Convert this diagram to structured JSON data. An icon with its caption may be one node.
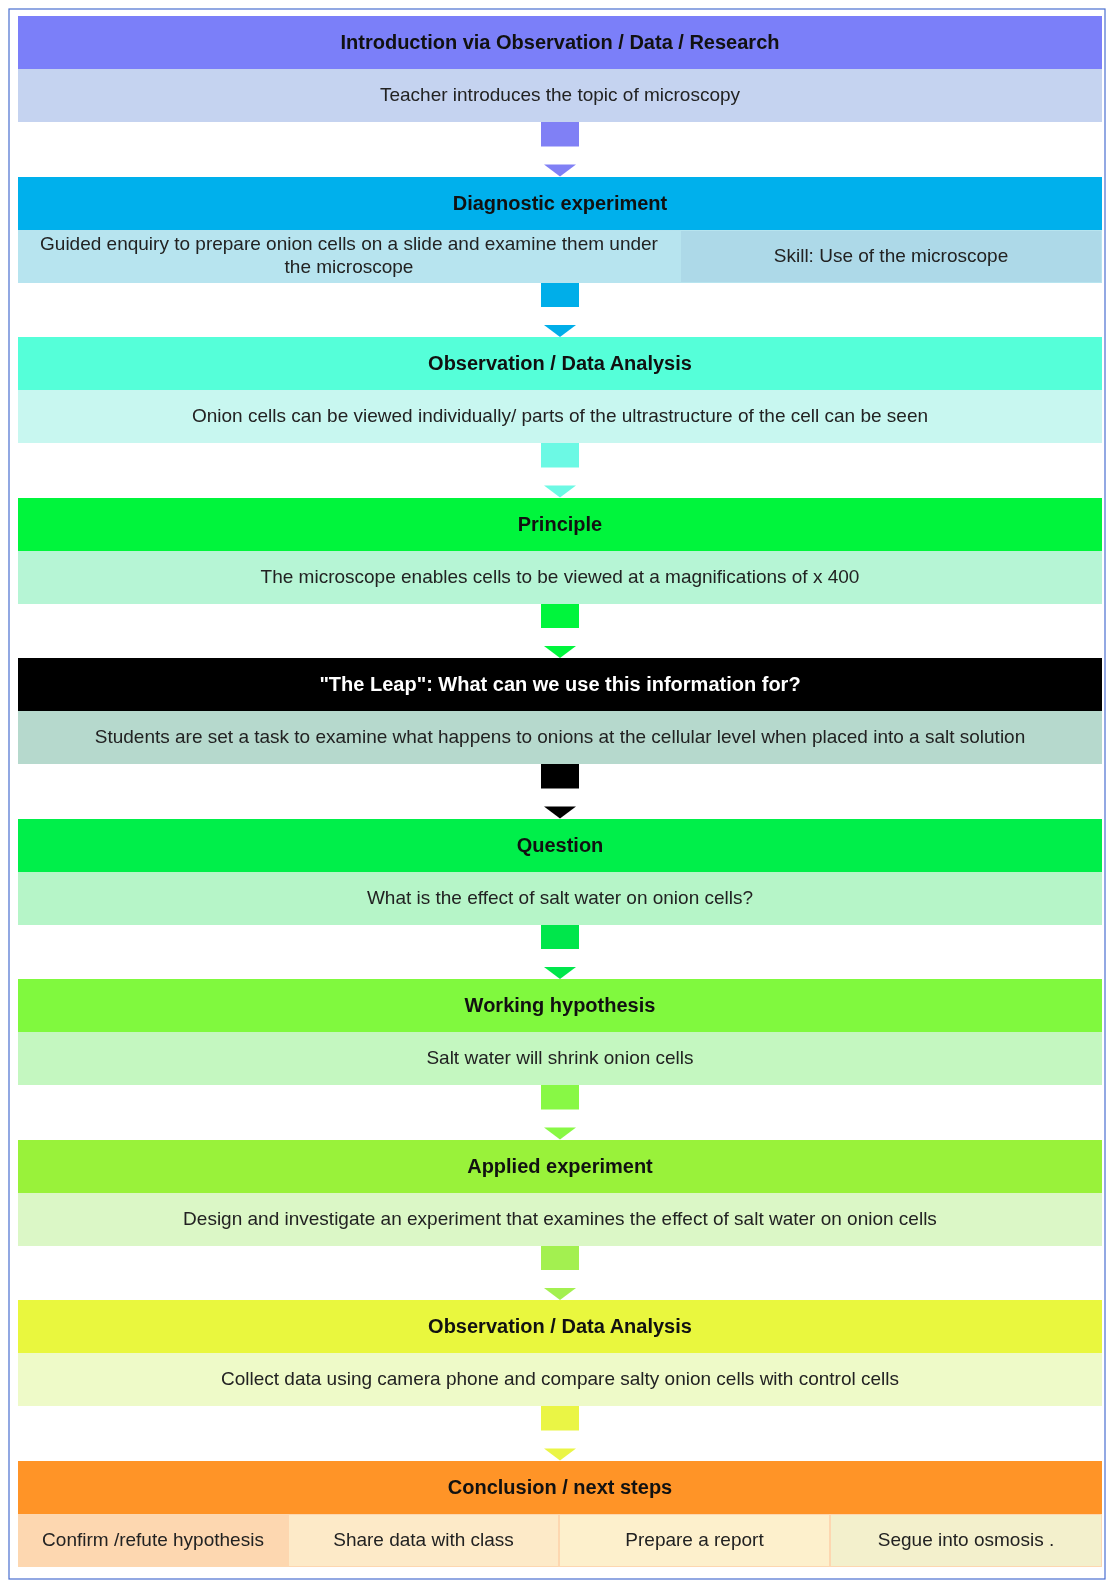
{
  "diagram": {
    "nodes": [
      {
        "text": [
          "Introduction via Observation / Data / Research",
          "Teacher introduces the topic of microscopy"
        ]
      },
      {
        "text": [
          "Diagnostic experiment"
        ]
      },
      {
        "text": [
          "Guided enquiry to prepare onion cells on a slide and examine them under the microscope"
        ],
        "in": 1
      },
      {
        "text": [
          "Skill: Use of the microscope"
        ],
        "in": 1
      },
      {
        "text": [
          "Observation / Data Analysis",
          "Onion cells can be viewed individually/ parts of the ultrastructure of the cell can be seen"
        ]
      },
      {
        "text": [
          "Principle",
          "The microscope enables cells to be viewed at a magnifications of x 400"
        ]
      },
      {
        "text": [
          "\"The Leap\": What can we use this information for?",
          "Students are set a task to examine what happens to onions at the cellular level when placed into a salt solution"
        ]
      },
      {
        "text": [
          "Question",
          "What is the effect of salt water on onion cells?"
        ]
      },
      {
        "text": [
          "Working hypothesis",
          "Salt water will shrink onion cells"
        ]
      },
      {
        "text": [
          "Applied experiment",
          "Design and investigate an experiment that examines the effect of salt water on onion cells"
        ]
      },
      {
        "text": [
          "Observation / Data Analysis",
          "Collect data using camera phone and compare salty onion cells with control cells"
        ]
      },
      {
        "text": [
          "Conclusion / next steps"
        ]
      },
      {
        "text": [
          "Confirm /refute hypothesis"
        ],
        "in": 11
      },
      {
        "text": [
          "Share data with class"
        ],
        "in": 11
      },
      {
        "text": [
          "Prepare a report"
        ],
        "in": 11
      },
      {
        "text": [
          "Segue into  osmosis ."
        ],
        "in": 11
      }
    ],
    "edges": [
      {
        "from": 0,
        "to": 1,
        "arrow": "to",
        "color": "#8080f5"
      },
      {
        "from": 1,
        "to": 4,
        "arrow": "to",
        "color": "#00aee9"
      },
      {
        "from": 4,
        "to": 5,
        "arrow": "to",
        "color": "#6cf9e4"
      },
      {
        "from": 5,
        "to": 6,
        "arrow": "to",
        "color": "#00f53c"
      },
      {
        "from": 6,
        "to": 7,
        "arrow": "to",
        "color": "#000000"
      },
      {
        "from": 7,
        "to": 8,
        "arrow": "to",
        "color": "#00e64b"
      },
      {
        "from": 8,
        "to": 9,
        "arrow": "to",
        "color": "#88f845"
      },
      {
        "from": 9,
        "to": 10,
        "arrow": "to",
        "color": "#a3f050"
      },
      {
        "from": 10,
        "to": 11,
        "arrow": "to",
        "color": "#eaf545"
      }
    ]
  }
}
